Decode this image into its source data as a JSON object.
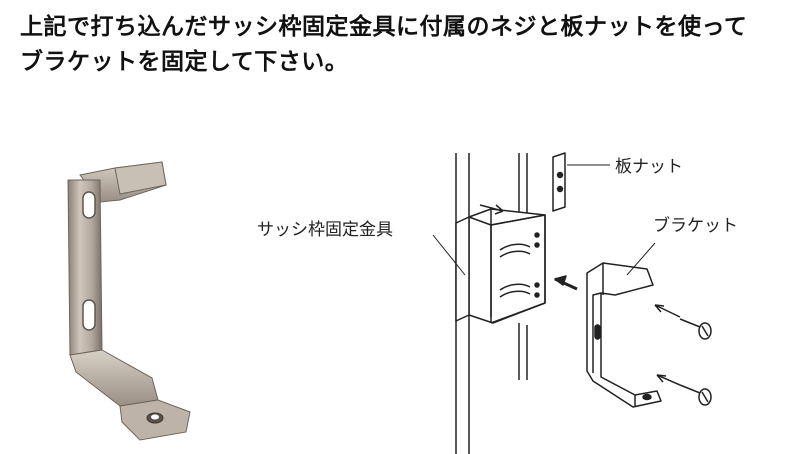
{
  "instruction": {
    "line1": "上記で打ち込んだサッシ枠固定金具に付属のネジと板ナットを使って",
    "line2": "ブラケットを固定して下さい。"
  },
  "labels": {
    "itanut": "板ナット",
    "sash_bracket": "サッシ枠固定金具",
    "bracket": "ブラケット"
  }
}
